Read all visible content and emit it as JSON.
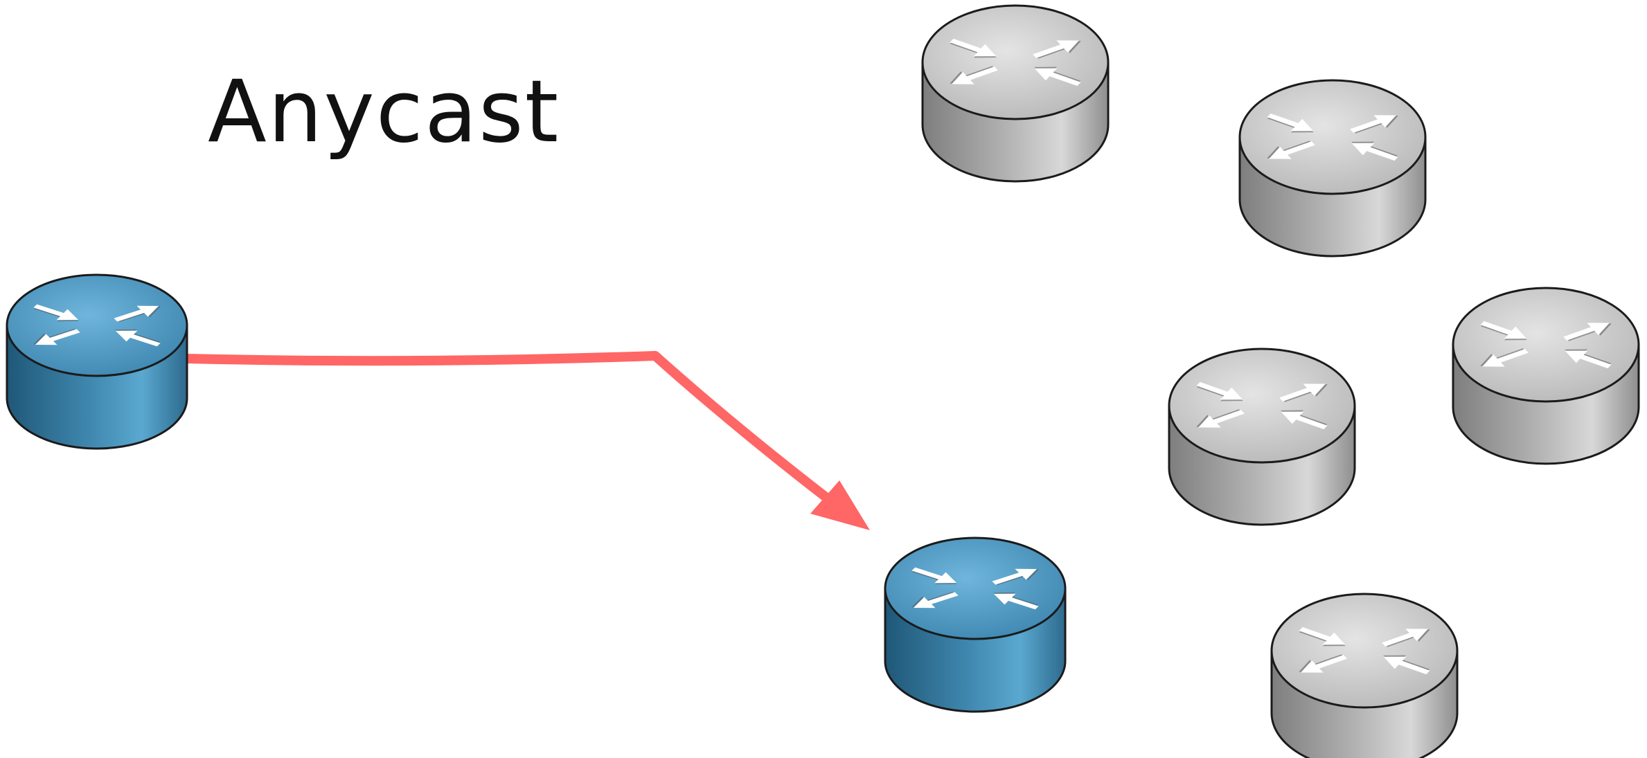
{
  "diagram": {
    "title": "Anycast",
    "colors": {
      "active_router_top": "#4f97c0",
      "active_router_side": "#2f6f93",
      "inactive_router_top": "#cfcfcf",
      "inactive_router_side": "#a4a4a4",
      "path": "#ff6666",
      "outline": "#1b1b1b",
      "arrow_glyph": "#ffffff"
    },
    "nodes": [
      {
        "id": "source",
        "kind": "router",
        "state": "active"
      },
      {
        "id": "anycast-destination",
        "kind": "router",
        "state": "active"
      },
      {
        "id": "router-3",
        "kind": "router",
        "state": "inactive"
      },
      {
        "id": "router-4",
        "kind": "router",
        "state": "inactive"
      },
      {
        "id": "router-5",
        "kind": "router",
        "state": "inactive"
      },
      {
        "id": "router-6",
        "kind": "router",
        "state": "inactive"
      },
      {
        "id": "router-7",
        "kind": "router",
        "state": "inactive"
      }
    ],
    "edges": [
      {
        "from": "source",
        "to": "anycast-destination",
        "style": "directed"
      }
    ]
  }
}
